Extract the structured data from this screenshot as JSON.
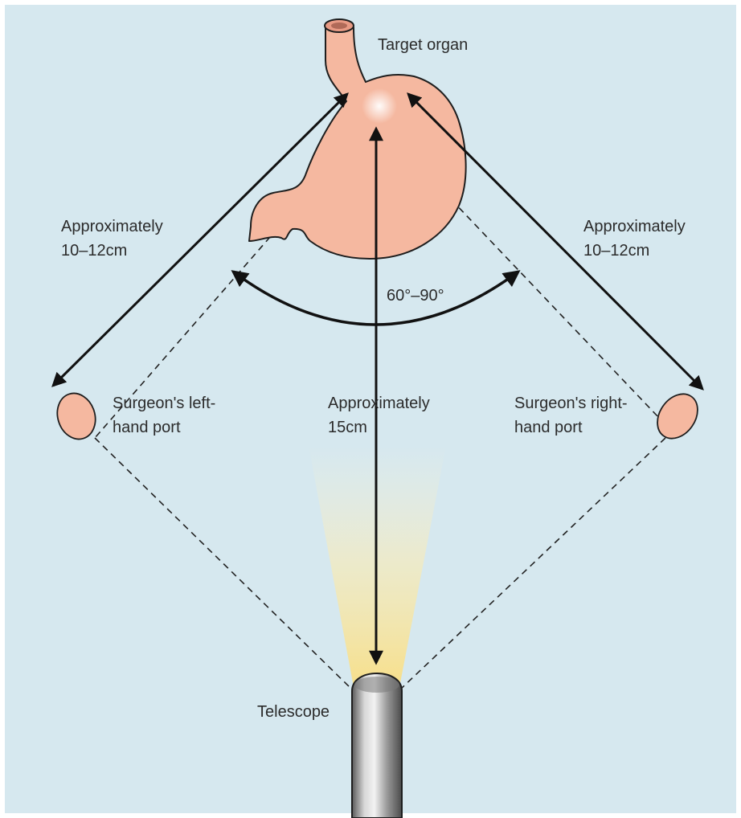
{
  "colors": {
    "background": "#d6e8ef",
    "border": "#ffffff",
    "organ_fill": "#f5b8a0",
    "organ_outline": "#1e1e1e",
    "arrow": "#111111",
    "dashed_line": "#222222",
    "light_beam": "#f7df8a",
    "telescope_metal": "#a8a8a8"
  },
  "labels": {
    "target_organ": "Target organ",
    "left_distance_line1": "Approximately",
    "left_distance_line2": "10–12cm",
    "right_distance_line1": "Approximately",
    "right_distance_line2": "10–12cm",
    "angle": "60°–90°",
    "center_distance_line1": "Approximately",
    "center_distance_line2": "15cm",
    "left_port_line1": "Surgeon's left-",
    "left_port_line2": "hand port",
    "right_port_line1": "Surgeon's right-",
    "right_port_line2": "hand port",
    "telescope": "Telescope"
  },
  "icons": {
    "organ": "stomach-icon",
    "left_port": "port-ellipse",
    "right_port": "port-ellipse",
    "telescope": "telescope-icon"
  }
}
